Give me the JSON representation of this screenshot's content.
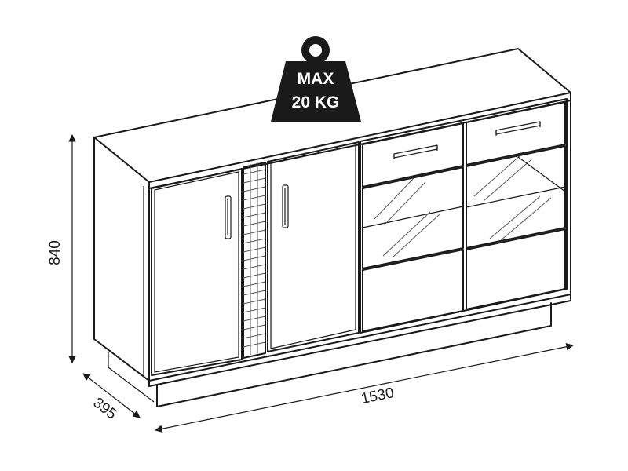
{
  "weight_badge": {
    "line1": "MAX",
    "line2": "20 KG"
  },
  "dimensions": {
    "height": "840",
    "depth": "395",
    "width": "1530"
  },
  "colors": {
    "ink": "#1a1a1a",
    "background": "#ffffff"
  }
}
